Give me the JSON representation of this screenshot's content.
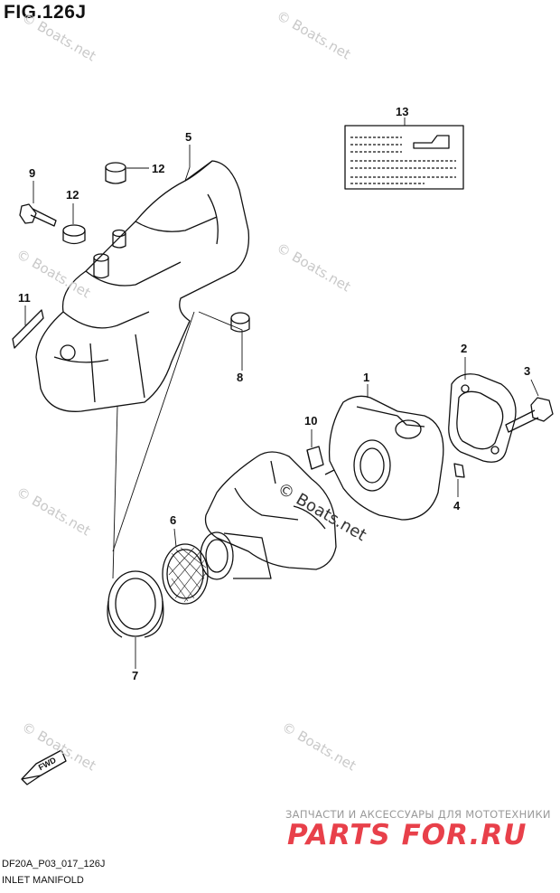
{
  "figure_title": "FIG.126J",
  "callouts": {
    "c1": "1",
    "c2": "2",
    "c3": "3",
    "c4": "4",
    "c5": "5",
    "c6": "6",
    "c7": "7",
    "c8": "8",
    "c9": "9",
    "c10": "10",
    "c11": "11",
    "c12a": "12",
    "c12b": "12",
    "c13": "13"
  },
  "watermark": "© Boats.net",
  "promo": {
    "text": "ЗАПЧАСТИ И АКСЕССУАРЫ ДЛЯ МОТОТЕХНИКИ",
    "brand": "PARTS FOR.RU"
  },
  "fwd_label": "FWD",
  "doc_code": "DF20A_P03_017_126J",
  "caption": "INLET MANIFOLD"
}
